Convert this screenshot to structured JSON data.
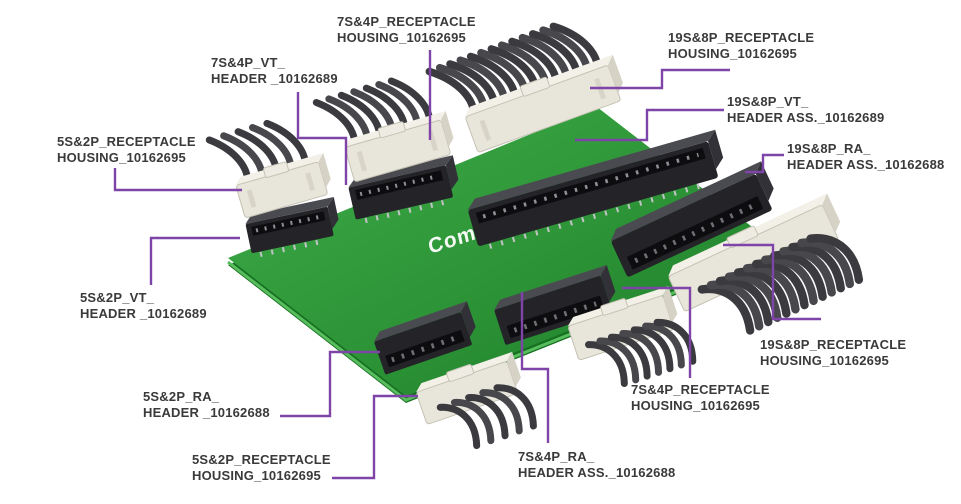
{
  "figure": {
    "brand_text": "ComboLock®",
    "board_color": "#2f9e37",
    "leader_line_color": "#7e44a8",
    "label_text_color": "#3a3a3a"
  },
  "labels": [
    {
      "id": "7s4p-receptacle-housing-top",
      "line1": "7S&4P_RECEPTACLE",
      "line2": "HOUSING_10162695"
    },
    {
      "id": "7s4p-vt-header",
      "line1": "7S&4P_VT_",
      "line2": "HEADER _10162689"
    },
    {
      "id": "19s8p-receptacle-housing-top",
      "line1": "19S&8P_RECEPTACLE",
      "line2": "HOUSING_10162695"
    },
    {
      "id": "19s8p-vt-header-ass",
      "line1": "19S&8P_VT_",
      "line2": "HEADER ASS._10162689"
    },
    {
      "id": "19s8p-ra-header-ass",
      "line1": "19S&8P_RA_",
      "line2": "HEADER ASS._10162688"
    },
    {
      "id": "5s2p-receptacle-housing-left",
      "line1": "5S&2P_RECEPTACLE",
      "line2": "HOUSING_10162695"
    },
    {
      "id": "5s2p-vt-header",
      "line1": "5S&2P_VT_",
      "line2": "HEADER _10162689"
    },
    {
      "id": "5s2p-ra-header",
      "line1": "5S&2P_RA_",
      "line2": "HEADER _10162688"
    },
    {
      "id": "5s2p-receptacle-housing-bottom",
      "line1": "5S&2P_RECEPTACLE",
      "line2": "HOUSING_10162695"
    },
    {
      "id": "7s4p-ra-header-ass",
      "line1": "7S&4P_RA_",
      "line2": "HEADER ASS._10162688"
    },
    {
      "id": "7s4p-receptacle-housing-bottom",
      "line1": "7S&4P_RECEPTACLE",
      "line2": "HOUSING_10162695"
    },
    {
      "id": "19s8p-receptacle-housing-bottom",
      "line1": "19S&8P_RECEPTACLE",
      "line2": "HOUSING_10162695"
    }
  ]
}
